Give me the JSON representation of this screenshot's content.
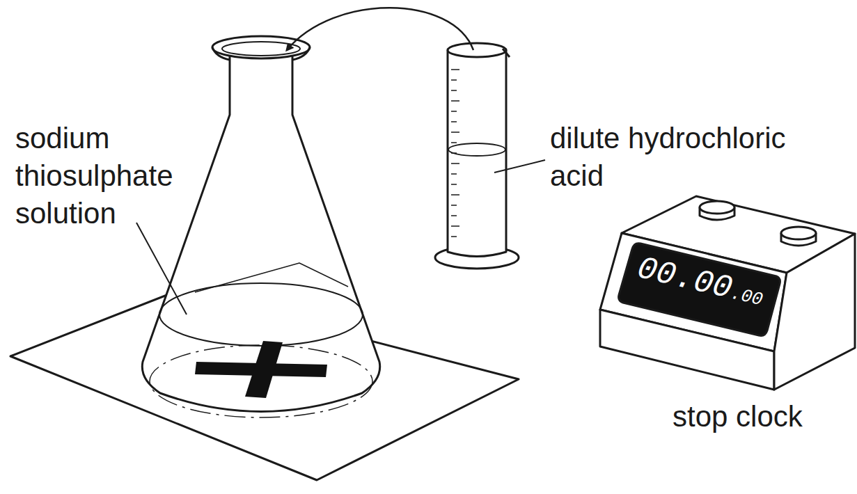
{
  "diagram": {
    "labels": [
      "sodium thiosulphate solution",
      "dilute hydrochloric acid",
      "stop clock",
      "00.00",
      ".00"
    ]
  }
}
